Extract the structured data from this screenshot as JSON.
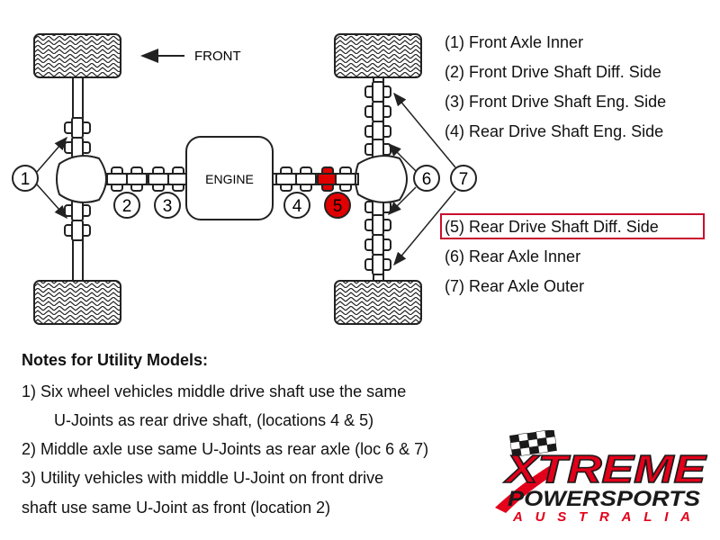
{
  "diagram": {
    "front_label": "FRONT",
    "engine_label": "ENGINE",
    "callouts": [
      "1",
      "2",
      "3",
      "4",
      "5",
      "6",
      "7"
    ],
    "highlight_color": "#e00000",
    "line_color": "#222222"
  },
  "legend": [
    "(1) Front Axle Inner",
    "(2) Front Drive Shaft Diff. Side",
    "(3) Front Drive Shaft Eng. Side",
    "(4) Rear Drive Shaft Eng. Side",
    "(5) Rear Drive Shaft Diff. Side",
    "(6) Rear Axle Inner",
    "(7) Rear Axle Outer"
  ],
  "legend_highlight_color": "#c8102e",
  "notes": {
    "title": "Notes for Utility Models:",
    "lines": [
      "1) Six wheel vehicles middle drive shaft use the same",
      "U-Joints as rear drive shaft, (locations 4 & 5)",
      "2) Middle axle use same U-Joints as rear axle (loc 6 & 7)",
      "3) Utility vehicles with middle U-Joint on front drive",
      "shaft use same U-Joint as front (location 2)"
    ]
  },
  "logo": {
    "line1": "XTREME",
    "line2": "POWERSPORTS",
    "line3": "AUSTRALIA",
    "red": "#e2001a",
    "dark": "#1a1a1a"
  }
}
